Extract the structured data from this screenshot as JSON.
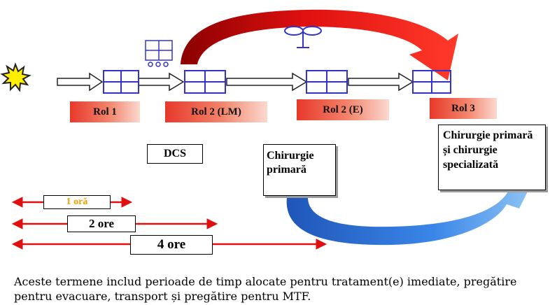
{
  "colors": {
    "role_gradient_start": "#e8382a",
    "role_gradient_end": "#fbd9cf",
    "unit_box": "#3333cc",
    "arc_red": "#e01010",
    "arc_blue": "#2a6fd6",
    "time_arrow": "#e01010",
    "hour_text": "#f0a000"
  },
  "icons": [
    "explosion-icon",
    "hospital-unit-icon",
    "helicopter-icon"
  ],
  "roles": [
    {
      "label": "Rol 1"
    },
    {
      "label": "Rol 2 (LM)"
    },
    {
      "label": "Rol 2 (E)"
    },
    {
      "label": "Rol 3"
    }
  ],
  "boxes": {
    "dcs": "DCS",
    "primary_surgery": "Chirurgie primară",
    "specialized_surgery": "Chirurgie primară și chirurgie specializată"
  },
  "time_markers": [
    {
      "label": "1 oră"
    },
    {
      "label": "2 ore"
    },
    {
      "label": "4 ore"
    }
  ],
  "caption": "Aceste termene includ perioade de timp alocate pentru tratament(e) imediate, pregătire pentru evacuare, transport și pregătire pentru MTF."
}
